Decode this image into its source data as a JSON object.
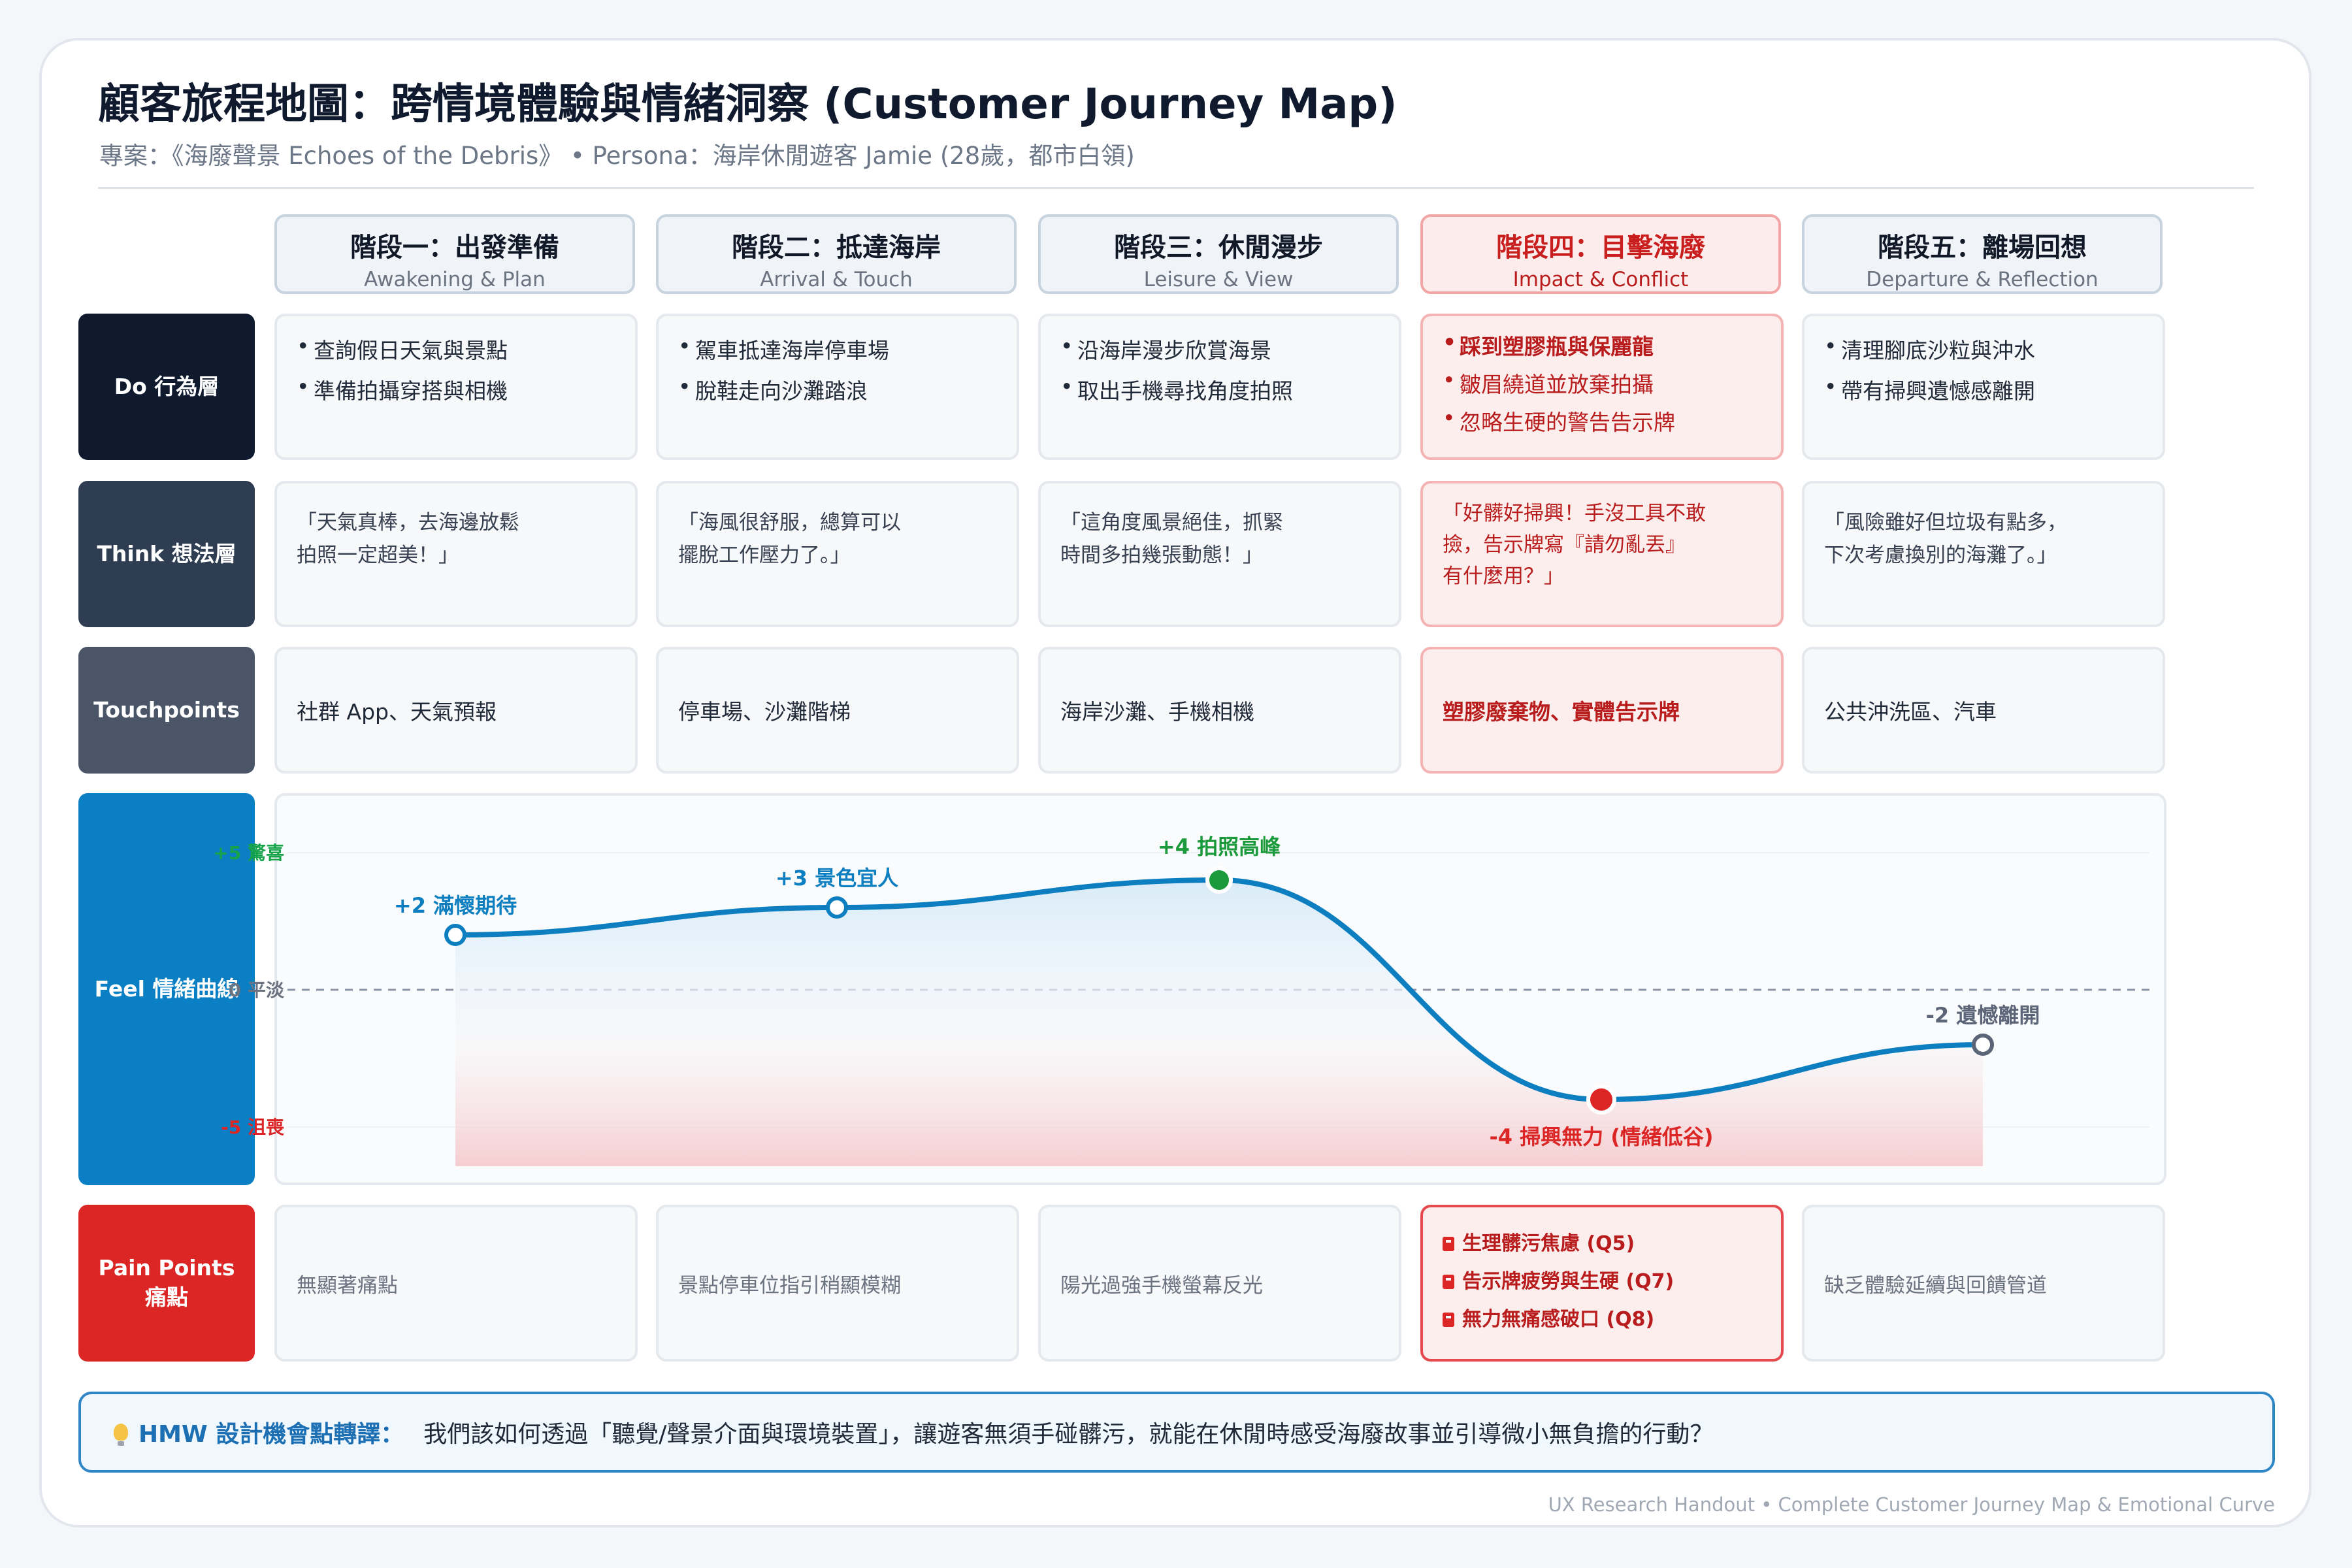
{
  "header": {
    "title": "顧客旅程地圖：跨情境體驗與情緒洞察 (Customer Journey Map)",
    "subtitle": "專案：《海廢聲景 Echoes of the Debris》 • Persona：海岸休閒遊客 Jamie (28歲，都市白領)"
  },
  "stages": [
    {
      "title": "階段一：出發準備",
      "sub": "Awakening & Plan"
    },
    {
      "title": "階段二：抵達海岸",
      "sub": "Arrival & Touch"
    },
    {
      "title": "階段三：休閒漫步",
      "sub": "Leisure & View"
    },
    {
      "title": "階段四：目擊海廢",
      "sub": "Impact & Conflict"
    },
    {
      "title": "階段五：離場回想",
      "sub": "Departure & Reflection"
    }
  ],
  "rows": {
    "do": "Do 行為層",
    "think": "Think 想法層",
    "touchpoints": "Touchpoints",
    "feel": "Feel 情緒曲線",
    "pain_line1": "Pain Points",
    "pain_line2": "痛點"
  },
  "do_cells": [
    [
      "查詢假日天氣與景點",
      "準備拍攝穿搭與相機"
    ],
    [
      "駕車抵達海岸停車場",
      "脫鞋走向沙灘踏浪"
    ],
    [
      "沿海岸漫步欣賞海景",
      "取出手機尋找角度拍照"
    ],
    [
      "踩到塑膠瓶與保麗龍",
      "皺眉繞道並放棄拍攝",
      "忽略生硬的警告告示牌"
    ],
    [
      "清理腳底沙粒與沖水",
      "帶有掃興遺憾感離開"
    ]
  ],
  "think_cells": [
    "「天氣真棒，去海邊放鬆\n拍照一定超美！」",
    "「海風很舒服，總算可以\n擺脫工作壓力了。」",
    "「這角度風景絕佳，抓緊\n時間多拍幾張動態！」",
    "「好髒好掃興！手沒工具不敢\n撿，告示牌寫『請勿亂丟』\n有什麼用？」",
    "「風險雖好但垃圾有點多，\n下次考慮換別的海灘了。」"
  ],
  "touchpoint_cells": [
    "社群 App、天氣預報",
    "停車場、沙灘階梯",
    "海岸沙灘、手機相機",
    "塑膠廢棄物、實體告示牌",
    "公共沖洗區、汽車"
  ],
  "pain_cells": [
    "無顯著痛點",
    "景點停車位指引稍顯模糊",
    "陽光過強手機螢幕反光",
    [
      "生理髒污焦慮 (Q5)",
      "告示牌疲勞與生硬 (Q7)",
      "無力無痛感破口 (Q8)"
    ],
    "缺乏體驗延續與回饋管道"
  ],
  "chart_data": {
    "type": "line",
    "categories": [
      "階段一：出發準備",
      "階段二：抵達海岸",
      "階段三：休閒漫步",
      "階段四：目擊海廢",
      "階段五：離場回想"
    ],
    "values": [
      2,
      3,
      4,
      -4,
      -2
    ],
    "point_labels": [
      "+2 滿懷期待",
      "+3 景色宜人",
      "+4 拍照高峰",
      "-4 掃興無力 (情緒低谷)",
      "-2 遺憾離開"
    ],
    "ylim": [
      -5,
      5
    ],
    "y_ticks": [
      {
        "value": 5,
        "label": "+5 驚喜"
      },
      {
        "value": 0,
        "label": "0 平淡"
      },
      {
        "value": -5,
        "label": "-5 沮喪"
      }
    ],
    "colors": {
      "line": "#0d7fc0",
      "peak": "#1a9a3a",
      "low": "#dc2626",
      "end": "#5b6577",
      "positive_tick": "#16a34a",
      "negative_tick": "#dc2626",
      "neutral_tick": "#6b7280"
    }
  },
  "hmw": {
    "label": "HMW 設計機會點轉譯：",
    "text": "我們該如何透過「聽覺/聲景介面與環境裝置」，讓遊客無須手碰髒污，就能在休閒時感受海廢故事並引導微小無負擔的行動？"
  },
  "footer": "UX Research Handout • Complete Customer Journey Map & Emotional Curve",
  "colors": {
    "do_label": "#101a2e",
    "think_label": "#2f3d52",
    "touch_label": "#4a5568",
    "feel_label": "#0a7fc4",
    "pain_label": "#dc2626",
    "highlight": "#c81e1e"
  }
}
